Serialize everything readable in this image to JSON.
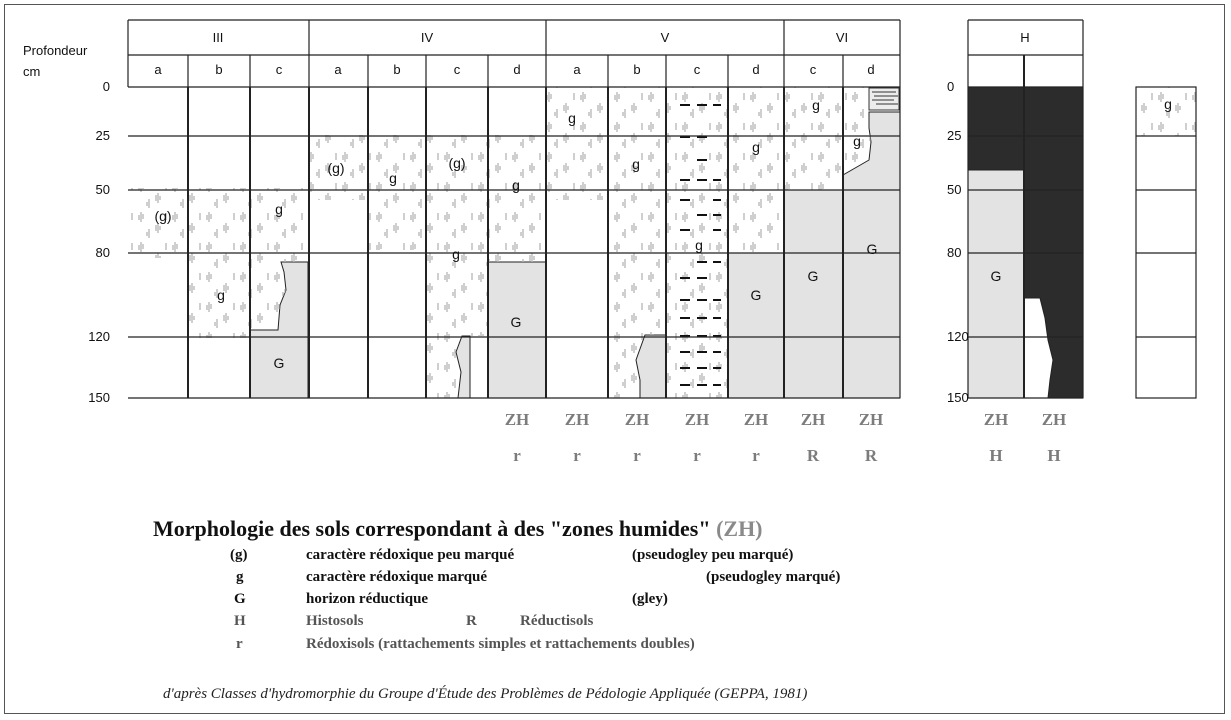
{
  "header": {
    "depth_title": "Profondeur",
    "depth_unit": "cm",
    "depth_labels": [
      "0",
      "25",
      "50",
      "80",
      "120",
      "150"
    ],
    "classes": [
      "III",
      "IV",
      "V",
      "VI",
      "H"
    ],
    "sub_III": [
      "a",
      "b",
      "c"
    ],
    "sub_IV": [
      "a",
      "b",
      "c",
      "d"
    ],
    "sub_V": [
      "a",
      "b",
      "c",
      "d"
    ],
    "sub_VI": [
      "c",
      "d"
    ]
  },
  "profile_marks": {
    "pseudogley_weak": "(g)",
    "pseudogley": "g",
    "gley": "G"
  },
  "zh_row": {
    "label": "ZH",
    "main_codes": [
      "r",
      "r",
      "r",
      "r",
      "r",
      "R",
      "R"
    ],
    "h_codes": [
      "H",
      "H"
    ]
  },
  "legend": {
    "title_main": "Morphologie des sols correspondant à des \"zones humides\" ",
    "title_zh": "(ZH)",
    "rows": [
      {
        "sym": "(g)",
        "text": "caractère rédoxique peu marqué",
        "note": "(pseudogley peu marqué)"
      },
      {
        "sym": "g",
        "text": "caractère rédoxique marqué",
        "note": "(pseudogley marqué)"
      },
      {
        "sym": "G",
        "text": "horizon réductique",
        "note": "(gley)"
      },
      {
        "sym": "H",
        "text": "Histosols",
        "sym2": "R",
        "text2": "Réductisols"
      },
      {
        "sym": "r",
        "text": "Rédoxisols (rattachements simples et rattachements doubles)"
      }
    ],
    "source": "d'après Classes d'hydromorphie du Groupe d'Étude des Problèmes de Pédologie Appliquée (GEPPA, 1981)"
  },
  "colors": {
    "line": "#222222",
    "gley_fill": "#e3e3e3",
    "histosol_fill": "#2c2c2c",
    "mottle": "#b8b8b8",
    "zh_grey": "#8a8a8a"
  }
}
